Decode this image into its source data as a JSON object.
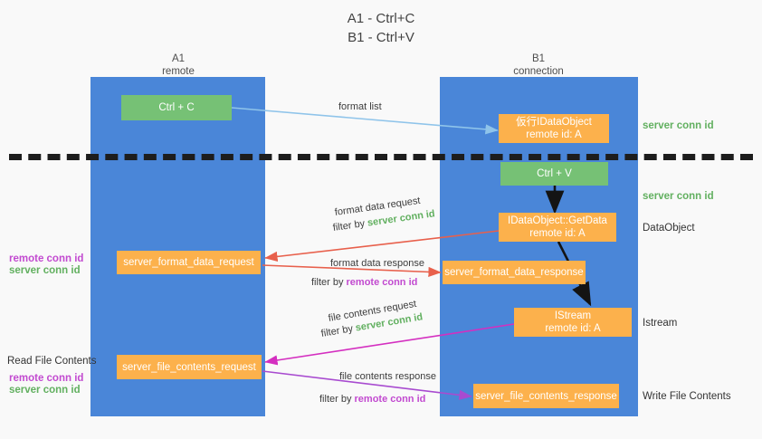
{
  "title": "A1 - Ctrl+C\nB1 - Ctrl+V",
  "columns": [
    {
      "name": "A1",
      "role": "remote"
    },
    {
      "name": "B1",
      "role": "connection"
    }
  ],
  "boxes": {
    "ctrl_c": "Ctrl + C",
    "virtual_dataobject": "仮行IDataObject\nremote id: A",
    "ctrl_v": "Ctrl + V",
    "getdata": "IDataObject::GetData\nremote id: A",
    "server_format_data_request": "server_format_data_request",
    "server_format_data_response": "server_format_data_response",
    "istream": "IStream\nremote id: A",
    "server_file_contents_request": "server_file_contents_request",
    "server_file_contents_response": "server_file_contents_response"
  },
  "edge_labels": {
    "format_list": "format list",
    "format_data_request": "format data request",
    "format_data_request_filter_prefix": "filter by ",
    "format_data_request_filter_key": "server conn id",
    "format_data_response": "format data response",
    "format_data_response_filter_prefix": "filter by ",
    "format_data_response_filter_key": "remote conn id",
    "file_contents_request": "file contents request",
    "file_contents_request_filter_prefix": "filter by ",
    "file_contents_request_filter_key": "server conn id",
    "file_contents_response": "file contents response",
    "file_contents_response_filter_prefix": "filter by ",
    "file_contents_response_filter_key": "remote conn id"
  },
  "side_labels": {
    "left_format_remote": "remote conn id",
    "left_format_server": "server conn id",
    "read_file_contents": "Read File Contents",
    "left_file_remote": "remote conn id",
    "left_file_server": "server conn id",
    "right_server_conn_top": "server conn id",
    "right_server_conn_mid": "server conn id",
    "right_dataobject": "DataObject",
    "right_istream": "Istream",
    "right_write_file_contents": "Write File Contents"
  },
  "colors": {
    "panel": "#4a86d8",
    "green_box": "#76c175",
    "orange_box": "#fcb14c",
    "green_text": "#62b060",
    "purple_text": "#c24ad0",
    "arrow_light_blue": "#8fc4ea",
    "arrow_red": "#e8604c",
    "arrow_magenta": "#d42fc0",
    "arrow_purple": "#a84bd0",
    "arrow_black": "#141414",
    "divider": "#1d1d1d",
    "background": "#f9f9f9"
  }
}
